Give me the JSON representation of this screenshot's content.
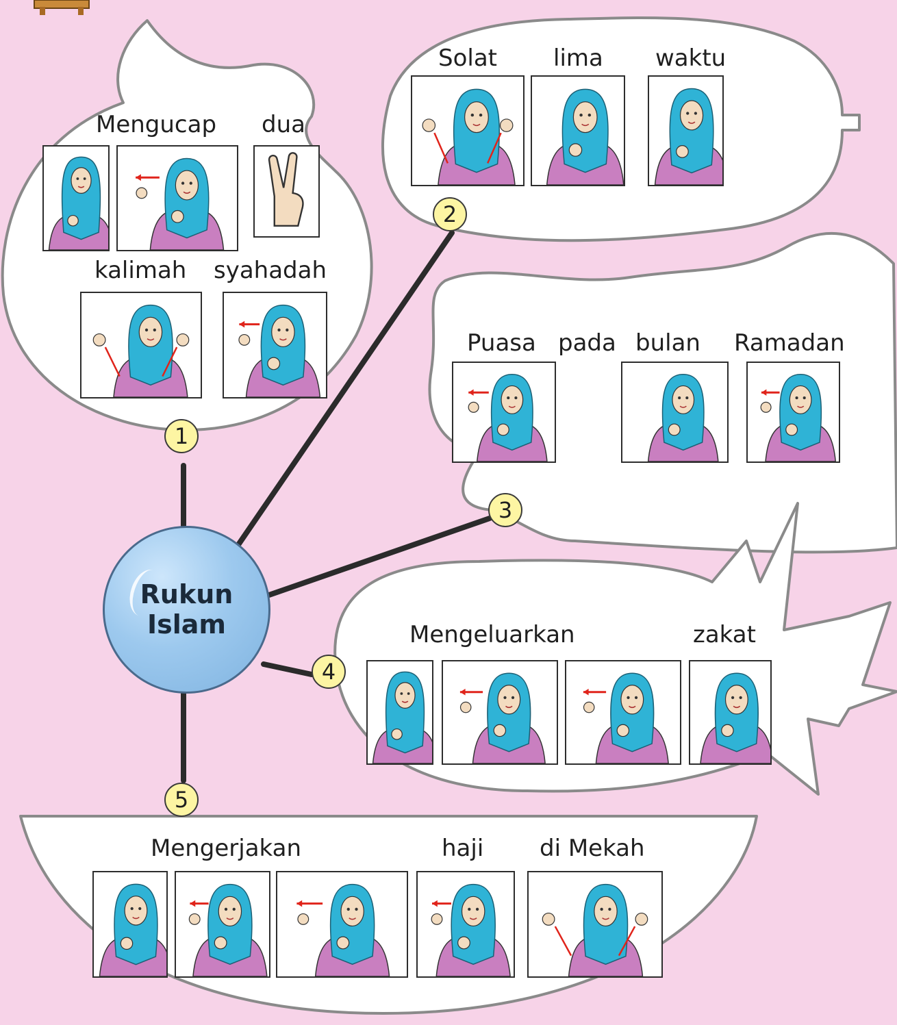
{
  "hub": {
    "line1": "Rukun",
    "line2": "Islam"
  },
  "pillars": [
    {
      "number": "1",
      "words": [
        {
          "text": "Mengucap"
        },
        {
          "text": "dua"
        },
        {
          "text": "kalimah"
        },
        {
          "text": "syahadah"
        }
      ]
    },
    {
      "number": "2",
      "words": [
        {
          "text": "Solat"
        },
        {
          "text": "lima"
        },
        {
          "text": "waktu"
        }
      ]
    },
    {
      "number": "3",
      "words": [
        {
          "text": "Puasa"
        },
        {
          "text": "pada"
        },
        {
          "text": "bulan"
        },
        {
          "text": "Ramadan"
        }
      ]
    },
    {
      "number": "4",
      "words": [
        {
          "text": "Mengeluarkan"
        },
        {
          "text": "zakat"
        }
      ]
    },
    {
      "number": "5",
      "words": [
        {
          "text": "Mengerjakan"
        },
        {
          "text": "haji"
        },
        {
          "text": "di Mekah"
        }
      ]
    }
  ],
  "colors": {
    "background": "#f7d3e8",
    "bubble_fill": "#ffffff",
    "bubble_stroke": "#8a8a8a",
    "connector": "#2b2b2b",
    "badge_fill": "#fdf5a3",
    "hub_fill": "#9dc9ee",
    "hijab": "#2fb3d6",
    "shirt": "#c97fc0",
    "skin": "#f3dcc0",
    "arrow": "#e0241b"
  }
}
